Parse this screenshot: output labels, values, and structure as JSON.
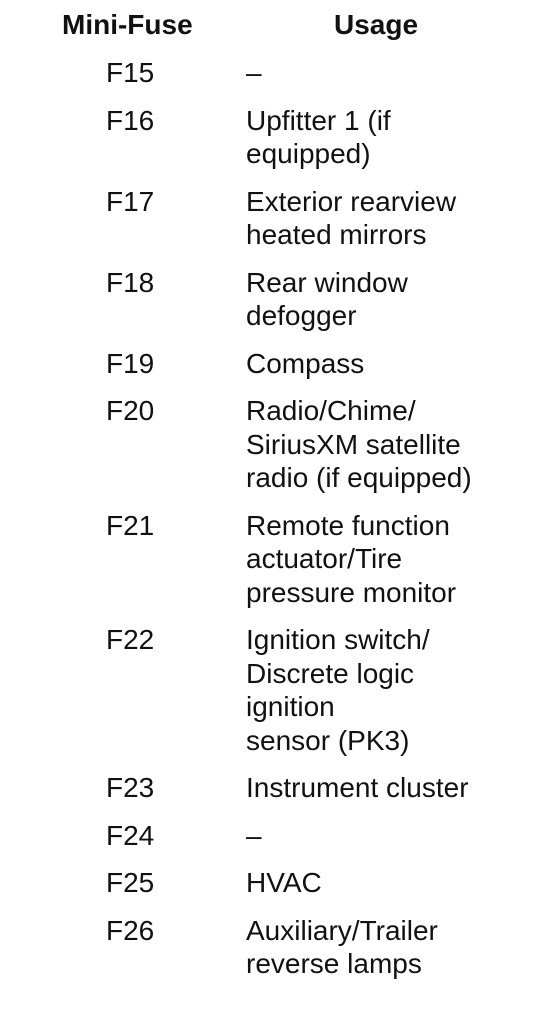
{
  "table": {
    "headers": {
      "fuse": "Mini-Fuse",
      "usage": "Usage"
    },
    "rows": [
      {
        "fuse": "F15",
        "usage": [
          "–"
        ]
      },
      {
        "fuse": "F16",
        "usage": [
          "Upfitter 1 (if",
          "equipped)"
        ]
      },
      {
        "fuse": "F17",
        "usage": [
          "Exterior rearview",
          "heated mirrors"
        ]
      },
      {
        "fuse": "F18",
        "usage": [
          "Rear window",
          "defogger"
        ]
      },
      {
        "fuse": "F19",
        "usage": [
          "Compass"
        ]
      },
      {
        "fuse": "F20",
        "usage": [
          "Radio/Chime/",
          "SiriusXM satellite",
          "radio (if equipped)"
        ]
      },
      {
        "fuse": "F21",
        "usage": [
          "Remote function",
          "actuator/Tire",
          "pressure monitor"
        ]
      },
      {
        "fuse": "F22",
        "usage": [
          "Ignition switch/",
          "Discrete logic",
          "ignition",
          "sensor (PK3)"
        ]
      },
      {
        "fuse": "F23",
        "usage": [
          "Instrument cluster"
        ]
      },
      {
        "fuse": "F24",
        "usage": [
          "–"
        ]
      },
      {
        "fuse": "F25",
        "usage": [
          "HVAC"
        ]
      },
      {
        "fuse": "F26",
        "usage": [
          "Auxiliary/Trailer",
          "reverse lamps"
        ]
      }
    ]
  }
}
